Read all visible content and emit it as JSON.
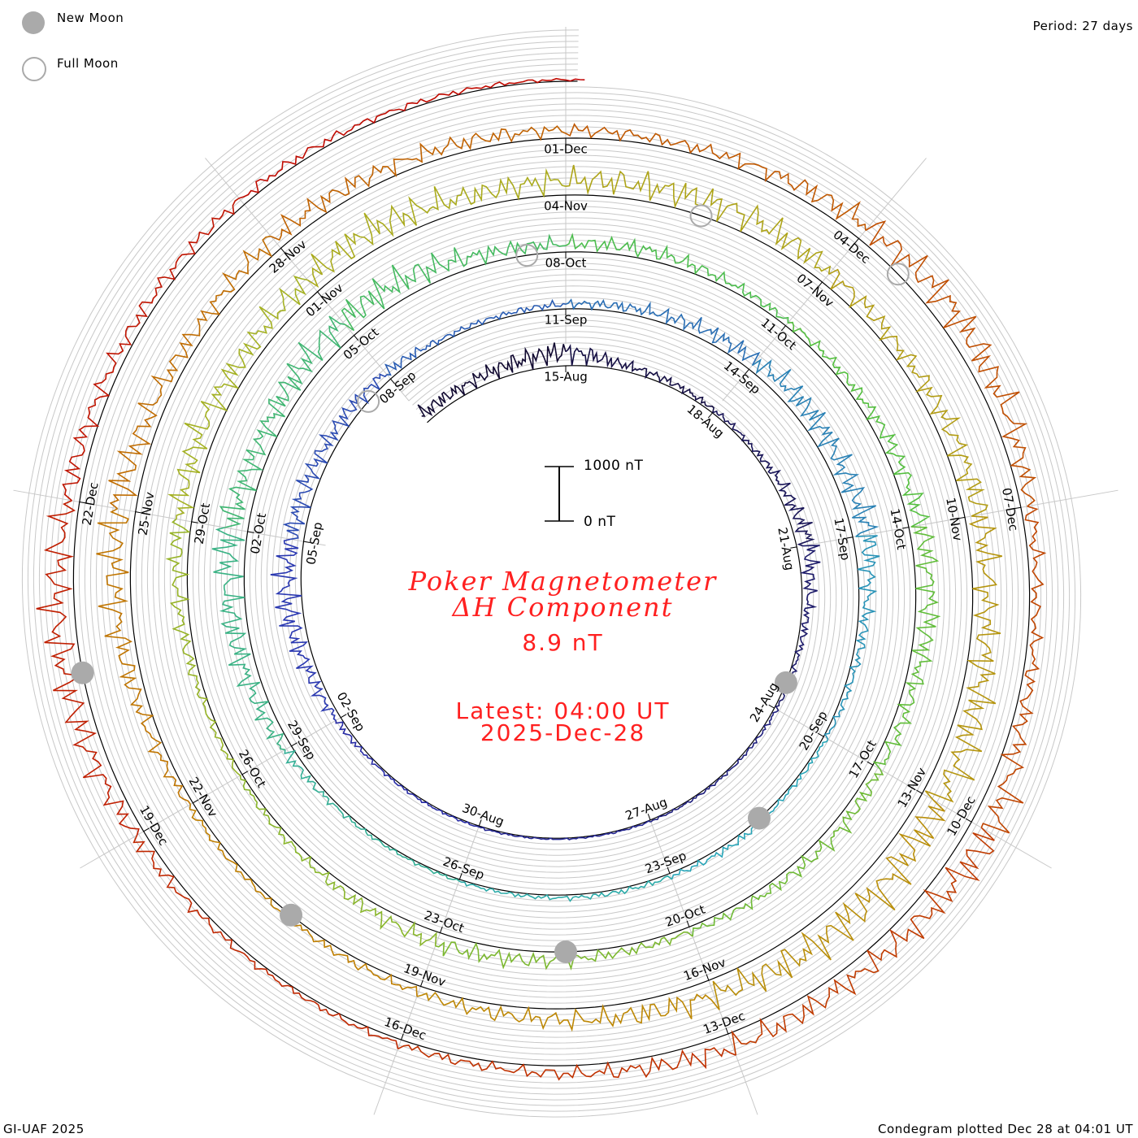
{
  "legend": {
    "new_moon_label": "New Moon",
    "full_moon_label": "Full Moon",
    "new_moon_color": "#aaaaaa",
    "full_moon_color": "#aaaaaa"
  },
  "period_label": "Period: 27 days",
  "title": {
    "line1": "Poker Magnetometer",
    "line2": "ΔH Component",
    "value": "8.9 nT",
    "latest": "Latest: 04:00 UT",
    "date": "2025-Dec-28",
    "color": "#ff2020"
  },
  "scale": {
    "top_label": "1000 nT",
    "bottom_label": "0 nT"
  },
  "footer": {
    "left": "GI-UAF 2025",
    "right": "Condegram plotted Dec 28 at 04:01 UT"
  },
  "chart_data": {
    "type": "spiral-line",
    "title": "Poker Magnetometer ΔH Component",
    "period_days": 27,
    "start_date": "2025-08-12",
    "end_date": "2025-12-28",
    "reference_date_at_top": "2025-08-15",
    "units": "nT",
    "grid_step_nT": 100,
    "ring_spacing_nT": 1000,
    "date_labels": [
      "15-Aug",
      "18-Aug",
      "21-Aug",
      "24-Aug",
      "27-Aug",
      "30-Aug",
      "02-Sep",
      "05-Sep",
      "08-Sep",
      "11-Sep",
      "14-Sep",
      "17-Sep",
      "20-Sep",
      "23-Sep",
      "26-Sep",
      "29-Sep",
      "02-Oct",
      "05-Oct",
      "08-Oct",
      "11-Oct",
      "14-Oct",
      "17-Oct",
      "20-Oct",
      "23-Oct",
      "26-Oct",
      "29-Oct",
      "01-Nov",
      "04-Nov",
      "07-Nov",
      "10-Nov",
      "13-Nov",
      "16-Nov",
      "19-Nov",
      "22-Nov",
      "25-Nov",
      "28-Nov",
      "01-Dec",
      "04-Dec",
      "07-Dec",
      "10-Dec",
      "13-Dec",
      "16-Dec",
      "19-Dec",
      "22-Dec"
    ],
    "daily_values_nT": [
      300,
      250,
      350,
      450,
      200,
      150,
      100,
      100,
      250,
      400,
      200,
      100,
      80,
      60,
      50,
      40,
      30,
      30,
      40,
      50,
      60,
      150,
      300,
      500,
      400,
      350,
      300,
      250,
      100,
      100,
      150,
      200,
      300,
      350,
      450,
      400,
      500,
      250,
      150,
      100,
      80,
      150,
      100,
      100,
      80,
      60,
      60,
      100,
      250,
      400,
      500,
      600,
      400,
      500,
      600,
      550,
      300,
      250,
      300,
      200,
      150,
      200,
      300,
      400,
      450,
      300,
      250,
      300,
      200,
      150,
      200,
      300,
      350,
      250,
      150,
      100,
      150,
      300,
      400,
      500,
      400,
      500,
      600,
      400,
      450,
      500,
      550,
      400,
      300,
      400,
      500,
      450,
      600,
      600,
      700,
      650,
      500,
      400,
      300,
      200,
      150,
      100,
      150,
      300,
      500,
      600,
      400,
      300,
      400,
      350,
      300,
      250,
      200,
      300,
      500,
      600,
      500,
      300,
      200,
      300,
      700,
      500,
      400,
      450,
      300,
      200,
      150,
      100,
      150,
      300,
      500,
      600,
      400,
      300,
      250,
      200,
      150,
      100,
      50
    ],
    "new_moons": [
      "2025-08-23",
      "2025-09-21",
      "2025-10-21",
      "2025-11-20",
      "2025-12-20"
    ],
    "full_moons": [
      "2025-09-07",
      "2025-10-07",
      "2025-11-05",
      "2025-12-04"
    ],
    "color_stops": [
      "#100830",
      "#2a30b0",
      "#28a8b8",
      "#50c040",
      "#a8b020",
      "#c08000",
      "#c04000",
      "#c00000"
    ]
  }
}
